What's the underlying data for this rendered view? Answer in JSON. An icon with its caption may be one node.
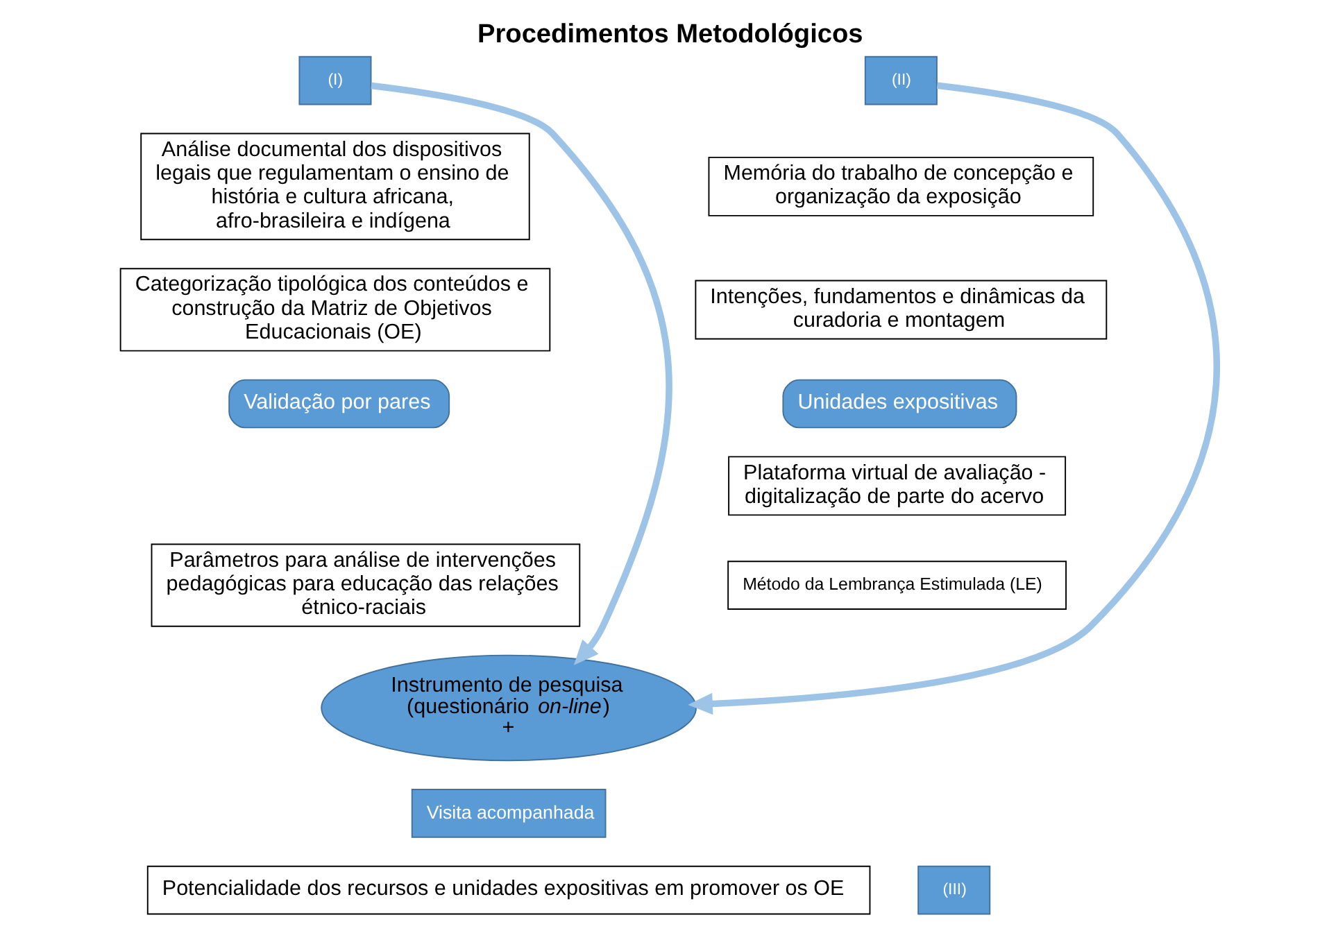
{
  "diagram": {
    "title": "Procedimentos Metodológicos",
    "nodes": [
      {
        "text": [
          "(I)"
        ]
      },
      {
        "text": [
          "Análise documental dos dispositivos legais que regulamentam o ensino de história e cultura africana, afro-brasileira e indígena"
        ]
      },
      {
        "text": [
          "Categorização tipológica dos conteúdos e construção da Matriz de Objetivos Educacionais (OE)"
        ]
      },
      {
        "text": [
          "Validação por pares"
        ]
      },
      {
        "text": [
          "Parâmetros para análise de intervenções pedagógicas para educação das relações étnico-raciais"
        ]
      },
      {
        "text": [
          "(II)"
        ]
      },
      {
        "text": [
          "Memória do trabalho de concepção e organização da exposição"
        ]
      },
      {
        "text": [
          "Intenções, fundamentos e dinâmicas da curadoria e montagem"
        ]
      },
      {
        "text": [
          "Unidades expositivas"
        ]
      },
      {
        "text": [
          "Plataforma virtual de avaliação - digitalização de parte do acervo"
        ]
      },
      {
        "text": [
          "Método da Lembrança Estimulada (LE)"
        ]
      },
      {
        "text": [
          "Instrumento de pesquisa (questionário *on-line*)",
          "+"
        ]
      },
      {
        "text": [
          "Visita acompanhada"
        ]
      },
      {
        "text": [
          "Potencialidade dos recursos e unidades expositivas em promover os OE"
        ]
      },
      {
        "text": [
          "(III)"
        ]
      }
    ],
    "edges": [
      {
        "from": 0,
        "to": 11,
        "arrow": "to"
      },
      {
        "from": 5,
        "to": 11,
        "arrow": "to"
      }
    ]
  }
}
